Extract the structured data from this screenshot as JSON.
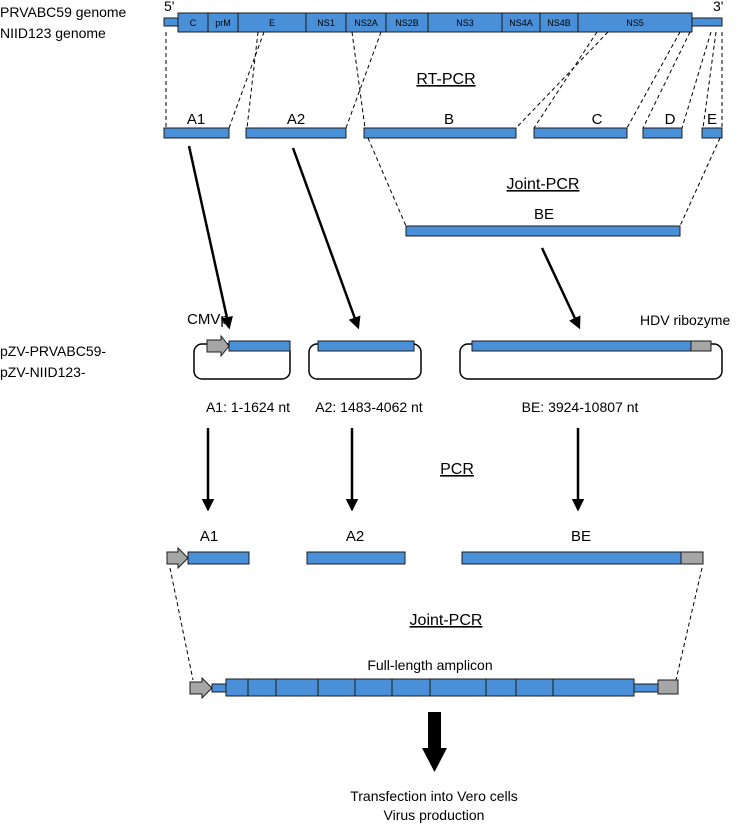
{
  "genome": {
    "labels": [
      "PRVABC59 genome",
      "NIID123 genome"
    ],
    "end5": "5'",
    "end3": "3'",
    "segments": [
      "C",
      "prM",
      "E",
      "NS1",
      "NS2A",
      "NS2B",
      "NS3",
      "NS4A",
      "NS4B",
      "NS5"
    ]
  },
  "steps": {
    "rt_pcr": "RT-PCR",
    "joint_pcr_1": "Joint-PCR",
    "pcr": "PCR",
    "joint_pcr_2": "Joint-PCR"
  },
  "fragments": {
    "a1": "A1",
    "a2": "A2",
    "b": "B",
    "c": "C",
    "d": "D",
    "e": "E",
    "be": "BE"
  },
  "plasmids": {
    "names": [
      "pZV-PRVABC59-",
      "pZV-NIID123-"
    ],
    "cmvp": "CMVp",
    "hdv": "HDV ribozyme",
    "a1_range": "A1: 1-1624 nt",
    "a2_range": "A2: 1483-4062 nt",
    "be_range": "BE: 3924-10807 nt"
  },
  "pcr_products": {
    "a1": "A1",
    "a2": "A2",
    "be": "BE"
  },
  "amplicon": {
    "label": "Full-length amplicon"
  },
  "outcome": {
    "line1": "Transfection into Vero cells",
    "line2": "Virus production"
  },
  "colors": {
    "fragment": "#4a90d9",
    "promoter_ribozyme": "#a6a6a6",
    "outline": "#1b1b1b"
  }
}
